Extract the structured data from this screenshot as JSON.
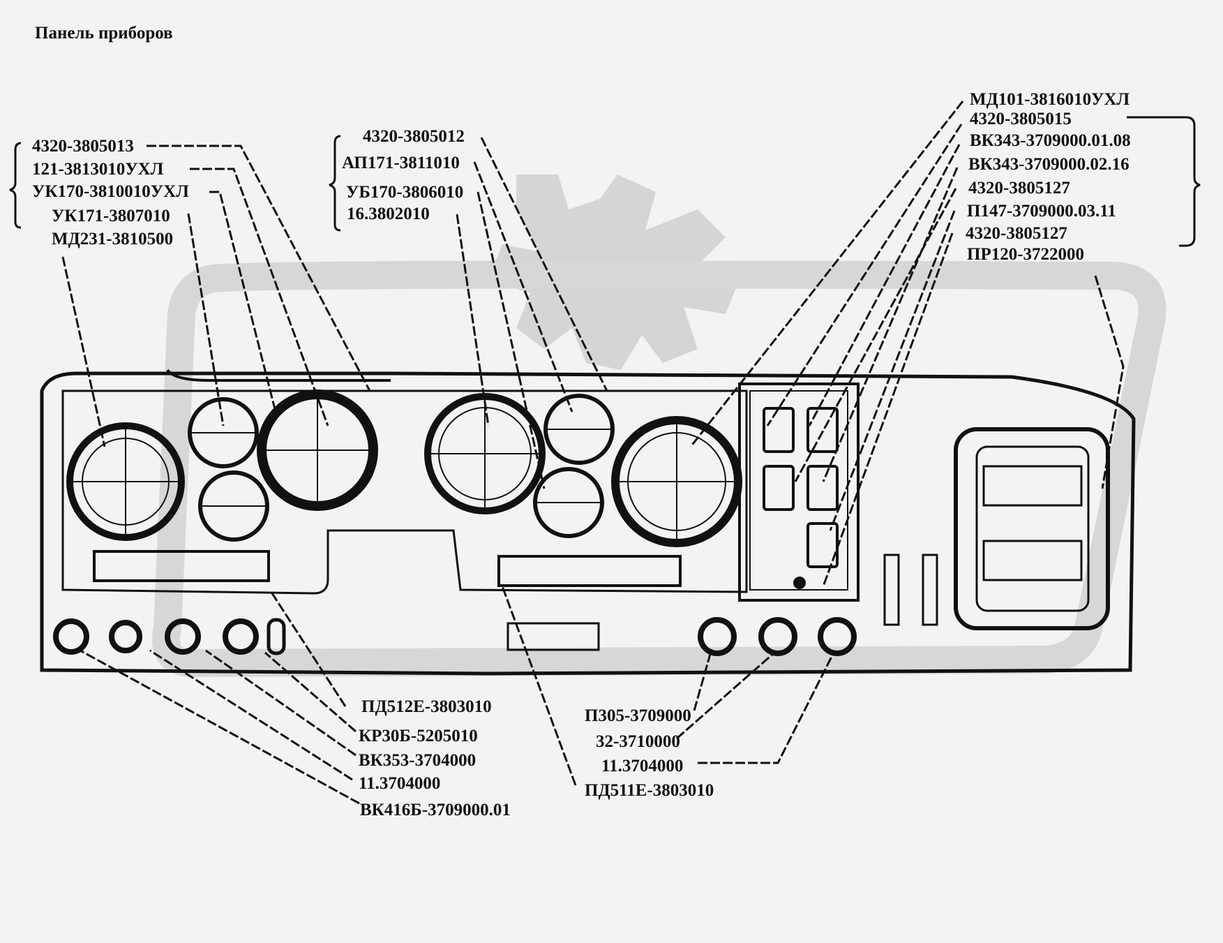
{
  "title": "Панель приборов",
  "labels": {
    "l1": "4320-3805013",
    "l2": "121-3813010УХЛ",
    "l3": "УК170-3810010УХЛ",
    "l4": "УК171-3807010",
    "l5": "МД231-3810500",
    "c1": "4320-3805012",
    "c2": "АП171-3811010",
    "c3": "УБ170-3806010",
    "c4": "16.3802010",
    "r1": "МД101-3816010УХЛ",
    "r2": "4320-3805015",
    "r3": "ВК343-3709000.01.08",
    "r4": "ВК343-3709000.02.16",
    "r5": "4320-3805127",
    "r6": "П147-3709000.03.11",
    "r7": "4320-3805127",
    "r8": "ПР120-3722000",
    "b1": "ПД512Е-3803010",
    "b2": "КР30Б-5205010",
    "b3": "ВК353-3704000",
    "b4": "11.3704000",
    "b5": "ВК416Б-3709000.01",
    "m1": "П305-3709000",
    "m2": "32-3710000",
    "m3": "11.3704000",
    "m4": "ПД511Е-3803010"
  },
  "colors": {
    "ink": "#111111",
    "background": "#f3f3f3",
    "watermark": "#cfcfcf"
  }
}
